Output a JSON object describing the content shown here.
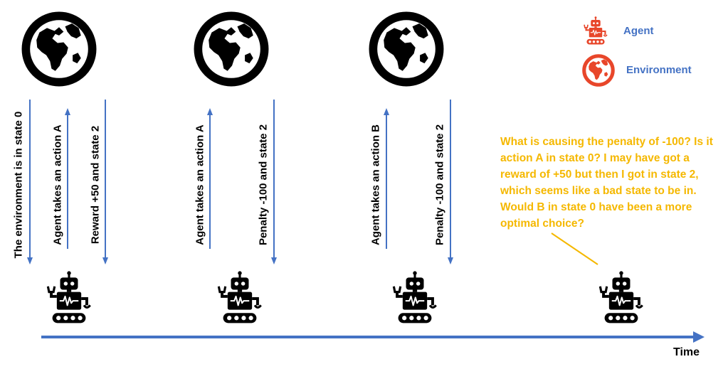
{
  "colors": {
    "arrow": "#4472c4",
    "accent": "#e8462a",
    "legend_text": "#4472c4",
    "thought": "#f5b800",
    "icon": "#000000"
  },
  "icons": {
    "environment": "globe-icon",
    "agent": "robot-icon"
  },
  "legend": {
    "agent_label": "Agent",
    "environment_label": "Environment"
  },
  "steps": [
    {
      "down_label_1": "The environment is in state 0",
      "up_label": "Agent takes an action A",
      "down_label_2": "Reward +50 and state 2"
    },
    {
      "up_label": "Agent takes an action A",
      "down_label": "Penalty -100 and state 2"
    },
    {
      "up_label": "Agent takes an action B",
      "down_label": "Penalty -100 and state 2"
    }
  ],
  "thought": {
    "text": "What is causing the penalty of -100? Is it action A in state 0? I may have got a reward of +50 but then I got in state 2, which seems like a bad state to be in. Would B in state 0 have been a more optimal choice?"
  },
  "timeline": {
    "label": "Time"
  }
}
